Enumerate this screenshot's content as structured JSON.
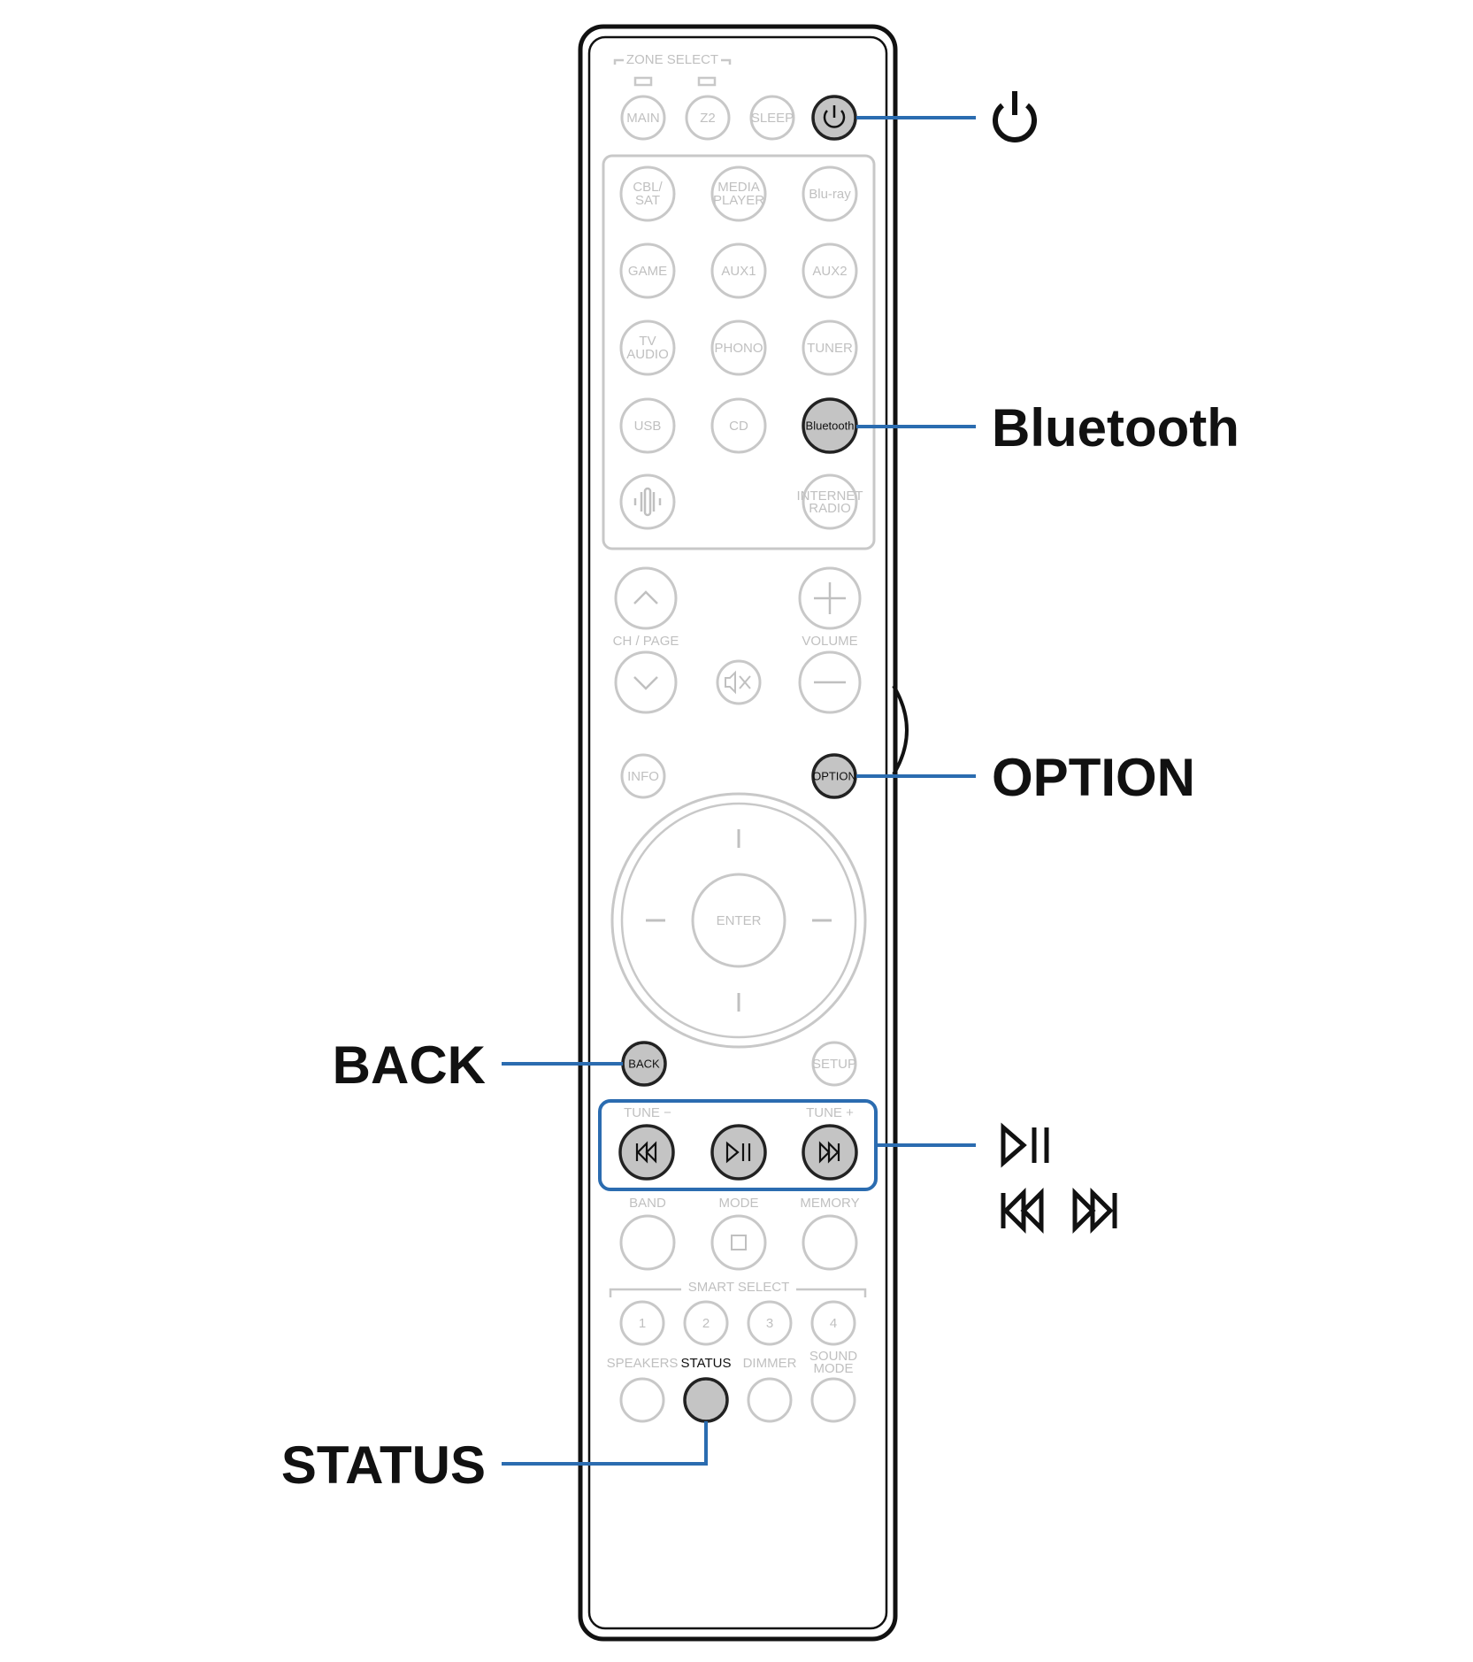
{
  "remote": {
    "zone_select_label": "ZONE SELECT",
    "top_buttons": [
      "MAIN",
      "Z2",
      "SLEEP"
    ],
    "source_buttons": [
      [
        "CBL/",
        "SAT"
      ],
      [
        "MEDIA",
        "PLAYER"
      ],
      [
        "Blu-ray"
      ],
      [
        "GAME"
      ],
      [
        "AUX1"
      ],
      [
        "AUX2"
      ],
      [
        "TV",
        "AUDIO"
      ],
      [
        "PHONO"
      ],
      [
        "TUNER"
      ],
      [
        "USB"
      ],
      [
        "CD"
      ],
      [
        "Bluetooth"
      ],
      [
        "INTERNET",
        "RADIO"
      ]
    ],
    "ch_page_label": "CH / PAGE",
    "volume_label": "VOLUME",
    "info_label": "INFO",
    "option_label": "OPTION",
    "enter_label": "ENTER",
    "back_label": "BACK",
    "setup_label": "SETUP",
    "tune_minus_label": "TUNE −",
    "tune_plus_label": "TUNE +",
    "band_label": "BAND",
    "mode_label": "MODE",
    "memory_label": "MEMORY",
    "smart_select_label": "SMART SELECT",
    "smart_numbers": [
      "1",
      "2",
      "3",
      "4"
    ],
    "bottom_labels": [
      "SPEAKERS",
      "STATUS",
      "DIMMER",
      "SOUND",
      "MODE"
    ]
  },
  "callouts": {
    "bluetooth": "Bluetooth",
    "option": "OPTION",
    "back": "BACK",
    "status": "STATUS"
  },
  "icons": {
    "power": "power-icon",
    "play_pause": "play-pause-icon",
    "skip_back": "skip-back-icon",
    "skip_forward": "skip-forward-icon"
  },
  "colors": {
    "callout_line": "#2b6cb0",
    "highlight_fill": "#c4c4c4",
    "inactive_stroke": "#c8c8c8"
  }
}
